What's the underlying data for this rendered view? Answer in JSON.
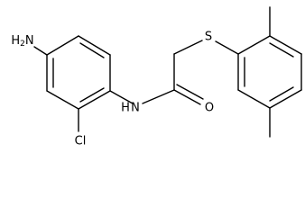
{
  "structure": {
    "atoms": {
      "amine": "H2N",
      "amine_prefix": "H",
      "amine_subscript": "2",
      "amine_element": "N",
      "chlorine": "Cl",
      "amide_nitrogen": "N",
      "amide_hydrogen": "H",
      "carbonyl_oxygen": "O",
      "sulfur": "S"
    }
  }
}
